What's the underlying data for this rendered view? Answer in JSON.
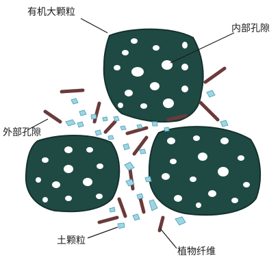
{
  "labels": {
    "organic_macroaggregate": "有机大颗粒",
    "internal_pore": "内部孔隙",
    "external_pore": "外部孔隙",
    "soil_particle": "土颗粒",
    "plant_fiber": "植物纤维"
  },
  "colors": {
    "aggregate_fill": "#1f4a44",
    "aggregate_stroke": "#15302c",
    "pore_fill": "#ffffff",
    "soil_particle_fill": "#9fd5e3",
    "plant_fiber_fill": "#6b3a3a",
    "leader_line": "#1a1a1a"
  }
}
